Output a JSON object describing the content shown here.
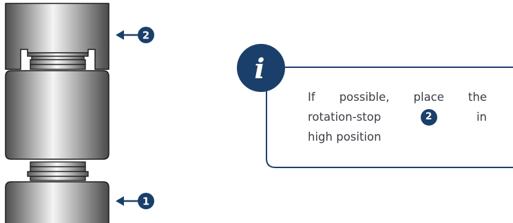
{
  "colors": {
    "accent": "#1b3f6b",
    "metal_dark": "#4a4a4a",
    "metal_light": "#f2f2f2",
    "text": "#3a3d44"
  },
  "callouts": [
    {
      "label": "2",
      "icon": "arrow-left-icon"
    },
    {
      "label": "1",
      "icon": "arrow-left-icon"
    }
  ],
  "info_box": {
    "icon_text": "i",
    "line1": "If possible, place the",
    "line2_before": "rotation-stop",
    "line2_badge": "2",
    "line2_after": "in",
    "line3": "high position"
  }
}
